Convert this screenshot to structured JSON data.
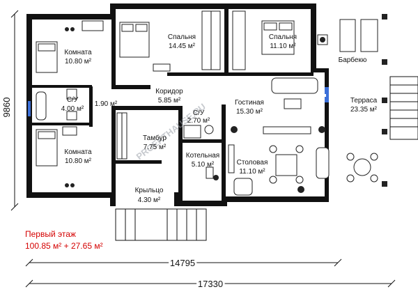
{
  "rooms": [
    {
      "id": "room-nw",
      "name": "Комната",
      "area": "10.80 м²"
    },
    {
      "id": "bedroom-1",
      "name": "Спальня",
      "area": "14.45 м²"
    },
    {
      "id": "bedroom-2",
      "name": "Спальня",
      "area": "11.10 м²"
    },
    {
      "id": "bbq",
      "name": "Барбекю",
      "area": ""
    },
    {
      "id": "corridor",
      "name": "Коридор",
      "area": "5.85 м²"
    },
    {
      "id": "bath-1",
      "name": "С/У",
      "area": "4.00 м²"
    },
    {
      "id": "hall-small",
      "name": "",
      "area": "1.90 м²"
    },
    {
      "id": "bath-2",
      "name": "С/У",
      "area": "2.70 м²"
    },
    {
      "id": "living",
      "name": "Гостиная",
      "area": "15.30 м²"
    },
    {
      "id": "terrace",
      "name": "Терраса",
      "area": "23.35 м²"
    },
    {
      "id": "vestibule",
      "name": "Тамбур",
      "area": "7.75 м²"
    },
    {
      "id": "room-sw",
      "name": "Комната",
      "area": "10.80 м²"
    },
    {
      "id": "boiler",
      "name": "Котельная",
      "area": "5.10 м²"
    },
    {
      "id": "dining",
      "name": "Столовая",
      "area": "11.10 м²"
    },
    {
      "id": "porch",
      "name": "Крыльцо",
      "area": "4.30 м²"
    }
  ],
  "floor": {
    "title": "Первый этаж",
    "area": "100.85 м² + 27.65 м²"
  },
  "dimensions": {
    "height": "9860",
    "inner_width": "14795",
    "total_width": "17330"
  },
  "watermark": "PROEKTHAUSE.RU",
  "colors": {
    "wall": "#111111",
    "title": "#d40000",
    "window": "#3b6fd8"
  }
}
